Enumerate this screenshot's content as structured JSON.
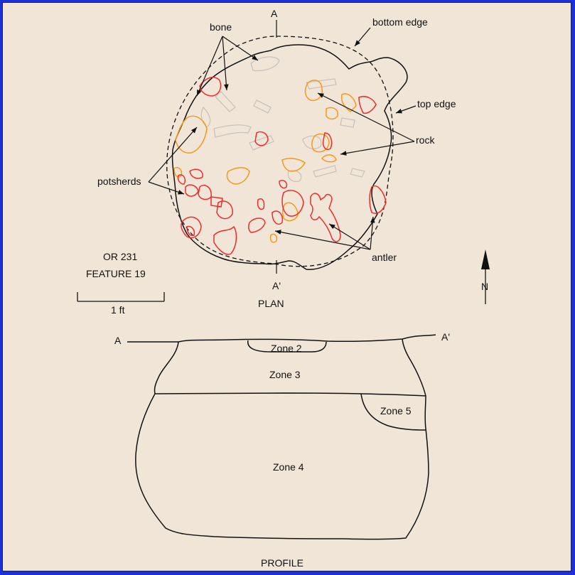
{
  "site": "OR 231",
  "feature": "FEATURE 19",
  "plan": {
    "title": "PLAN",
    "section_start": "A",
    "section_end": "A'",
    "north": "N",
    "scale_label": "1 ft",
    "labels": {
      "bottom_edge": "bottom edge",
      "top_edge": "top edge",
      "bone": "bone",
      "rock": "rock",
      "potsherds": "potsherds",
      "antler": "antler"
    }
  },
  "profile": {
    "title": "PROFILE",
    "start": "A",
    "end": "A'",
    "zones": [
      "Zone 2",
      "Zone 3",
      "Zone 5",
      "Zone 4"
    ]
  },
  "colors": {
    "page_border": "#1d2fd6",
    "background": "#f1e5d8",
    "potsherd": "#ee2c2c",
    "rock": "#f39a1a",
    "bone": "#c9c3bd"
  }
}
